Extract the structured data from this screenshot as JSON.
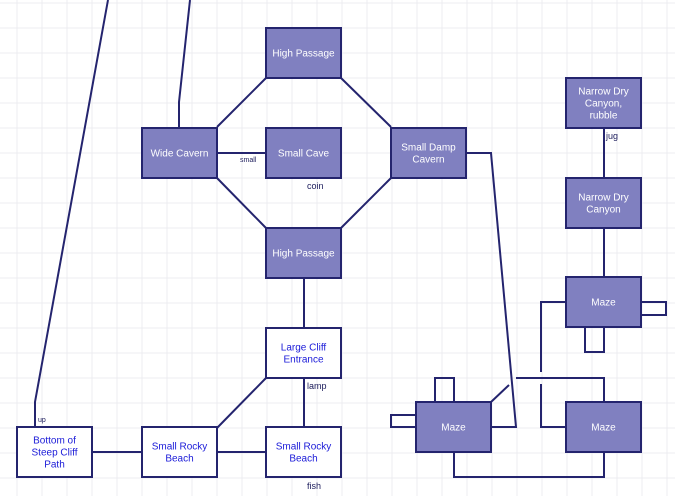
{
  "diagram": {
    "type": "map",
    "colors": {
      "room_fill_dark": "#8080c0",
      "room_fill_light": "#ffffff",
      "stroke": "#24246e",
      "grid": "#ececf1",
      "light_room_text": "#1a1ad8"
    },
    "rooms": [
      {
        "id": "high-passage-top",
        "lines": [
          "High Passage"
        ],
        "style": "dark"
      },
      {
        "id": "wide-cavern",
        "lines": [
          "Wide Cavern"
        ],
        "style": "dark"
      },
      {
        "id": "small-cave",
        "lines": [
          "Small Cave"
        ],
        "style": "dark"
      },
      {
        "id": "small-damp-cavern",
        "lines": [
          "Small Damp",
          "Cavern"
        ],
        "style": "dark"
      },
      {
        "id": "high-passage-bottom",
        "lines": [
          "High Passage"
        ],
        "style": "dark"
      },
      {
        "id": "large-cliff-entrance",
        "lines": [
          "Large Cliff",
          "Entrance"
        ],
        "style": "light"
      },
      {
        "id": "bottom-steep-cliff",
        "lines": [
          "Bottom of",
          "Steep Cliff",
          "Path"
        ],
        "style": "light"
      },
      {
        "id": "small-rocky-beach-1",
        "lines": [
          "Small Rocky",
          "Beach"
        ],
        "style": "light"
      },
      {
        "id": "small-rocky-beach-2",
        "lines": [
          "Small Rocky",
          "Beach"
        ],
        "style": "light"
      },
      {
        "id": "narrow-dry-canyon-rubble",
        "lines": [
          "Narrow Dry",
          "Canyon,",
          "rubble"
        ],
        "style": "dark"
      },
      {
        "id": "narrow-dry-canyon",
        "lines": [
          "Narrow Dry",
          "Canyon"
        ],
        "style": "dark"
      },
      {
        "id": "maze-1",
        "lines": [
          "Maze"
        ],
        "style": "dark"
      },
      {
        "id": "maze-2",
        "lines": [
          "Maze"
        ],
        "style": "dark"
      },
      {
        "id": "maze-3",
        "lines": [
          "Maze"
        ],
        "style": "dark"
      }
    ],
    "labels": [
      {
        "id": "small",
        "text": "small"
      },
      {
        "id": "coin",
        "text": "coin"
      },
      {
        "id": "jug",
        "text": "jug"
      },
      {
        "id": "lamp",
        "text": "lamp"
      },
      {
        "id": "fish",
        "text": "fish"
      },
      {
        "id": "up",
        "text": "up"
      }
    ]
  }
}
